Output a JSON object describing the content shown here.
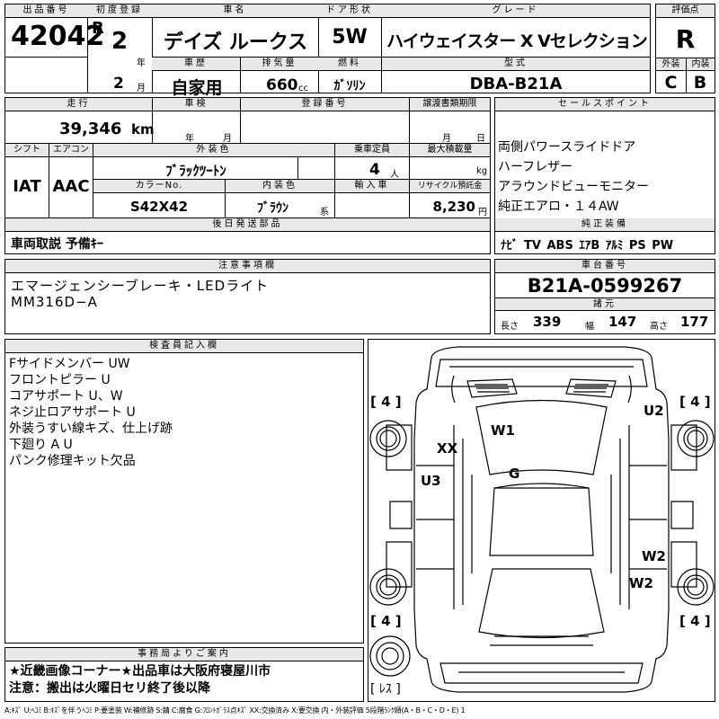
{
  "header": {
    "lot_label": "出品番号",
    "lot_number": "42042",
    "first_reg_label": "初度登録",
    "era": "R",
    "year": "2",
    "year_unit": "年",
    "month": "2",
    "month_unit": "月",
    "model_label": "車名",
    "model_name": "デイズ ルークス",
    "door_label": "ドア形状",
    "door_type": "5W",
    "grade_label": "グレード",
    "grade": "ハイウェイスター X Vセレクション",
    "score_label": "評価点",
    "score": "R",
    "exterior_label": "外装",
    "exterior_grade": "C",
    "interior_label": "内装",
    "interior_grade": "B",
    "history_label": "車歴",
    "history": "自家用",
    "displacement_label": "排気量",
    "displacement": "660",
    "displacement_unit": "cc",
    "fuel_label": "燃料",
    "fuel": "ｶﾞｿﾘﾝ",
    "type_label": "型式",
    "model_code": "DBA-B21A"
  },
  "row2": {
    "mileage_label": "走行",
    "mileage": "39,346",
    "mileage_unit": "km",
    "inspection_label": "車検",
    "insp_year_unit": "年",
    "insp_month_unit": "月",
    "plate_label": "登録番号",
    "transfer_label": "譲渡書類期限",
    "transfer_month_unit": "月",
    "transfer_day_unit": "日",
    "shift_label": "シフト",
    "shift": "IAT",
    "ac_label": "エアコン",
    "ac": "AAC",
    "color_label": "外装色",
    "color": "ﾌﾞﾗｯｸﾂｰﾄﾝ",
    "capacity_label": "乗車定員",
    "capacity": "4",
    "capacity_unit": "人",
    "load_label": "最大積載量",
    "load_unit": "kg",
    "color_no_label": "カラーNo.",
    "color_no": "S42X42",
    "interior_color_label": "内装色",
    "interior_color": "ﾌﾞﾗｳﾝ",
    "interior_color_unit": "系",
    "import_label": "輸入車",
    "recycle_label": "リサイクル預託金",
    "recycle": "8,230",
    "recycle_unit": "円",
    "later_label": "後日発送部品",
    "later_parts": "車両取説 予備ｷｰ"
  },
  "sales": {
    "label": "セールスポイント",
    "lines": [
      "両側パワースライドドア",
      "ハーフレザー",
      "アラウンドビューモニター",
      "純正エアロ・１４AW"
    ],
    "equip_label": "純正装備",
    "equip": [
      "ﾅﾋﾞ",
      "TV",
      "ABS",
      "ｴｱB",
      "ｱﾙﾐ",
      "PS",
      "PW"
    ]
  },
  "notes": {
    "label": "注意事項欄",
    "lines": [
      "エマージェンシーブレーキ・LEDライト",
      "MM316D−A"
    ]
  },
  "chassis": {
    "label": "車台番号",
    "number": "B21A-0599267",
    "spec_label": "諸元",
    "length_label": "長さ",
    "length": "339",
    "width_label": "幅",
    "width": "147",
    "height_label": "高さ",
    "height": "177"
  },
  "inspector": {
    "label": "検査員記入欄",
    "lines": [
      "Fサイドメンバー UW",
      "フロントピラー U",
      "コアサポート U、W",
      "ネジ止ロアサポート U",
      "外装うすい線キズ、仕上げ跡",
      "下廻り A U",
      "パンク修理キット欠品"
    ]
  },
  "diagram": {
    "marks": [
      "W1",
      "XX",
      "U2",
      "G",
      "U3",
      "W2",
      "W2"
    ],
    "tires": [
      "[ 4 ]",
      "[ 4 ]",
      "[ 4 ]",
      "[ 4 ]"
    ],
    "spare": "[ ﾚｽ ]"
  },
  "office": {
    "label": "事務局よりご案内",
    "lines": [
      "★近畿画像コーナー★出品車は大阪府寝屋川市",
      "注意：搬出は火曜日セリ終了後以降"
    ]
  },
  "legend": "A:ｷｽﾞ U:ﾍｺﾐ B:ｷｽﾞを伴うﾍｺﾐ P:要塗装 W:補修跡 S:錆 C:腐食 G:ﾌﾛﾝﾄｶﾞﾗｽ点ｷｽﾞ XX:交換済み X:要交換 内・外装評価 5段階ﾗﾝｸ順(A・B・C・D・E) 1",
  "colors": {
    "label_bg": "#e8e8e8",
    "border": "#000000"
  }
}
